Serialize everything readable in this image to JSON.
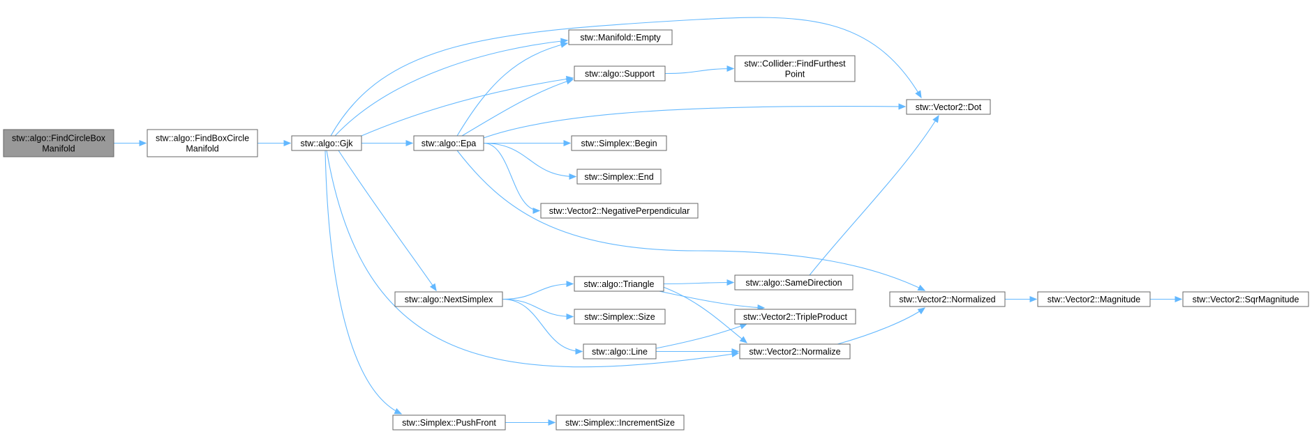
{
  "graph": {
    "nodes": [
      {
        "id": "find_circle_box",
        "lines": [
          "stw::algo::FindCircleBox",
          "Manifold"
        ],
        "root": true
      },
      {
        "id": "find_box_circle",
        "lines": [
          "stw::algo::FindBoxCircle",
          "Manifold"
        ]
      },
      {
        "id": "gjk",
        "lines": [
          "stw::algo::Gjk"
        ]
      },
      {
        "id": "epa",
        "lines": [
          "stw::algo::Epa"
        ]
      },
      {
        "id": "manifold_empty",
        "lines": [
          "stw::Manifold::Empty"
        ]
      },
      {
        "id": "support",
        "lines": [
          "stw::algo::Support"
        ]
      },
      {
        "id": "find_furthest",
        "lines": [
          "stw::Collider::FindFurthest",
          "Point"
        ]
      },
      {
        "id": "dot",
        "lines": [
          "stw::Vector2::Dot"
        ]
      },
      {
        "id": "begin",
        "lines": [
          "stw::Simplex::Begin"
        ]
      },
      {
        "id": "end",
        "lines": [
          "stw::Simplex::End"
        ]
      },
      {
        "id": "neg_perp",
        "lines": [
          "stw::Vector2::NegativePerpendicular"
        ]
      },
      {
        "id": "next_simplex",
        "lines": [
          "stw::algo::NextSimplex"
        ]
      },
      {
        "id": "triangle",
        "lines": [
          "stw::algo::Triangle"
        ]
      },
      {
        "id": "same_direction",
        "lines": [
          "stw::algo::SameDirection"
        ]
      },
      {
        "id": "normalized",
        "lines": [
          "stw::Vector2::Normalized"
        ]
      },
      {
        "id": "magnitude",
        "lines": [
          "stw::Vector2::Magnitude"
        ]
      },
      {
        "id": "sqr_magnitude",
        "lines": [
          "stw::Vector2::SqrMagnitude"
        ]
      },
      {
        "id": "size",
        "lines": [
          "stw::Simplex::Size"
        ]
      },
      {
        "id": "triple_product",
        "lines": [
          "stw::Vector2::TripleProduct"
        ]
      },
      {
        "id": "line",
        "lines": [
          "stw::algo::Line"
        ]
      },
      {
        "id": "normalize",
        "lines": [
          "stw::Vector2::Normalize"
        ]
      },
      {
        "id": "push_front",
        "lines": [
          "stw::Simplex::PushFront"
        ]
      },
      {
        "id": "increment_size",
        "lines": [
          "stw::Simplex::IncrementSize"
        ]
      }
    ],
    "edges": [
      {
        "from": "find_circle_box",
        "to": "find_box_circle"
      },
      {
        "from": "find_box_circle",
        "to": "gjk"
      },
      {
        "from": "gjk",
        "to": "epa"
      },
      {
        "from": "gjk",
        "to": "manifold_empty"
      },
      {
        "from": "gjk",
        "to": "support"
      },
      {
        "from": "gjk",
        "to": "dot"
      },
      {
        "from": "gjk",
        "to": "next_simplex"
      },
      {
        "from": "gjk",
        "to": "normalize"
      },
      {
        "from": "gjk",
        "to": "push_front"
      },
      {
        "from": "epa",
        "to": "manifold_empty"
      },
      {
        "from": "epa",
        "to": "support"
      },
      {
        "from": "epa",
        "to": "dot"
      },
      {
        "from": "epa",
        "to": "begin"
      },
      {
        "from": "epa",
        "to": "end"
      },
      {
        "from": "epa",
        "to": "neg_perp"
      },
      {
        "from": "epa",
        "to": "normalized"
      },
      {
        "from": "support",
        "to": "find_furthest"
      },
      {
        "from": "next_simplex",
        "to": "triangle"
      },
      {
        "from": "next_simplex",
        "to": "size"
      },
      {
        "from": "next_simplex",
        "to": "line"
      },
      {
        "from": "triangle",
        "to": "same_direction"
      },
      {
        "from": "triangle",
        "to": "triple_product"
      },
      {
        "from": "triangle",
        "to": "normalize"
      },
      {
        "from": "same_direction",
        "to": "dot"
      },
      {
        "from": "line",
        "to": "triple_product"
      },
      {
        "from": "line",
        "to": "normalize"
      },
      {
        "from": "normalize",
        "to": "normalized"
      },
      {
        "from": "normalized",
        "to": "magnitude"
      },
      {
        "from": "magnitude",
        "to": "sqr_magnitude"
      },
      {
        "from": "push_front",
        "to": "increment_size"
      }
    ]
  }
}
